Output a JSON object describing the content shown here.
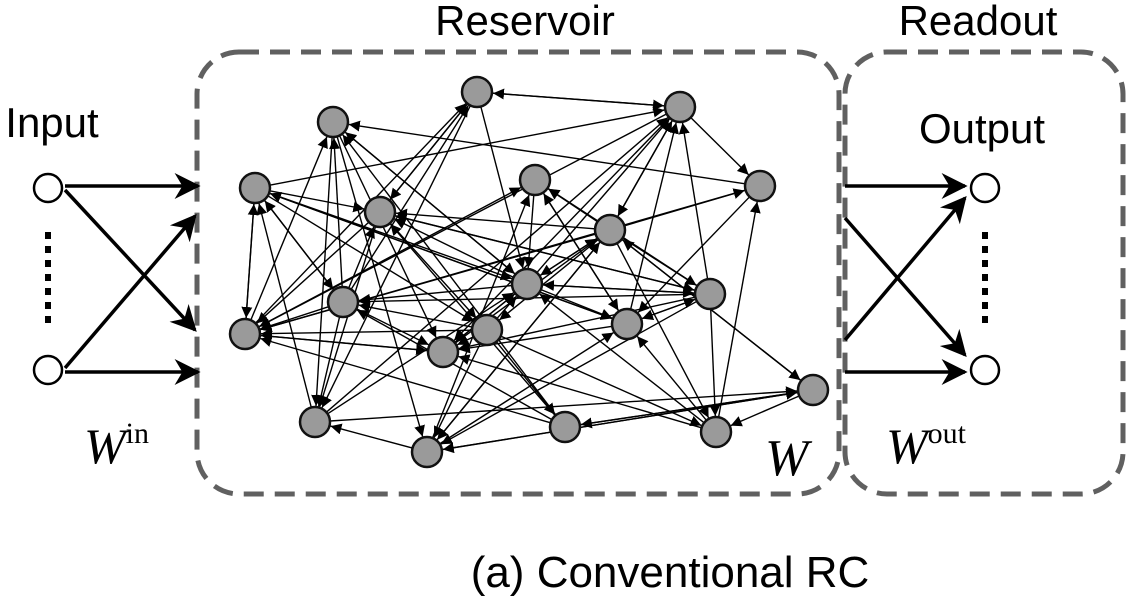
{
  "labels": {
    "reservoir": "Reservoir",
    "readout": "Readout",
    "input": "Input",
    "output": "Output",
    "w_in_base": "W",
    "w_in_sup": "in",
    "w_base": "W",
    "w_out_base": "W",
    "w_out_sup": "out",
    "caption": "(a)  Conventional RC"
  },
  "colors": {
    "reservoir_node": "#9a9a9a",
    "io_node": "#ffffff",
    "box_dash": "#606060",
    "ink": "#000000"
  },
  "graph": {
    "input_node_count": 2,
    "output_node_count": 2,
    "reservoir_node_count": 20,
    "input_vertical_ellipsis": true,
    "output_vertical_ellipsis": true
  }
}
